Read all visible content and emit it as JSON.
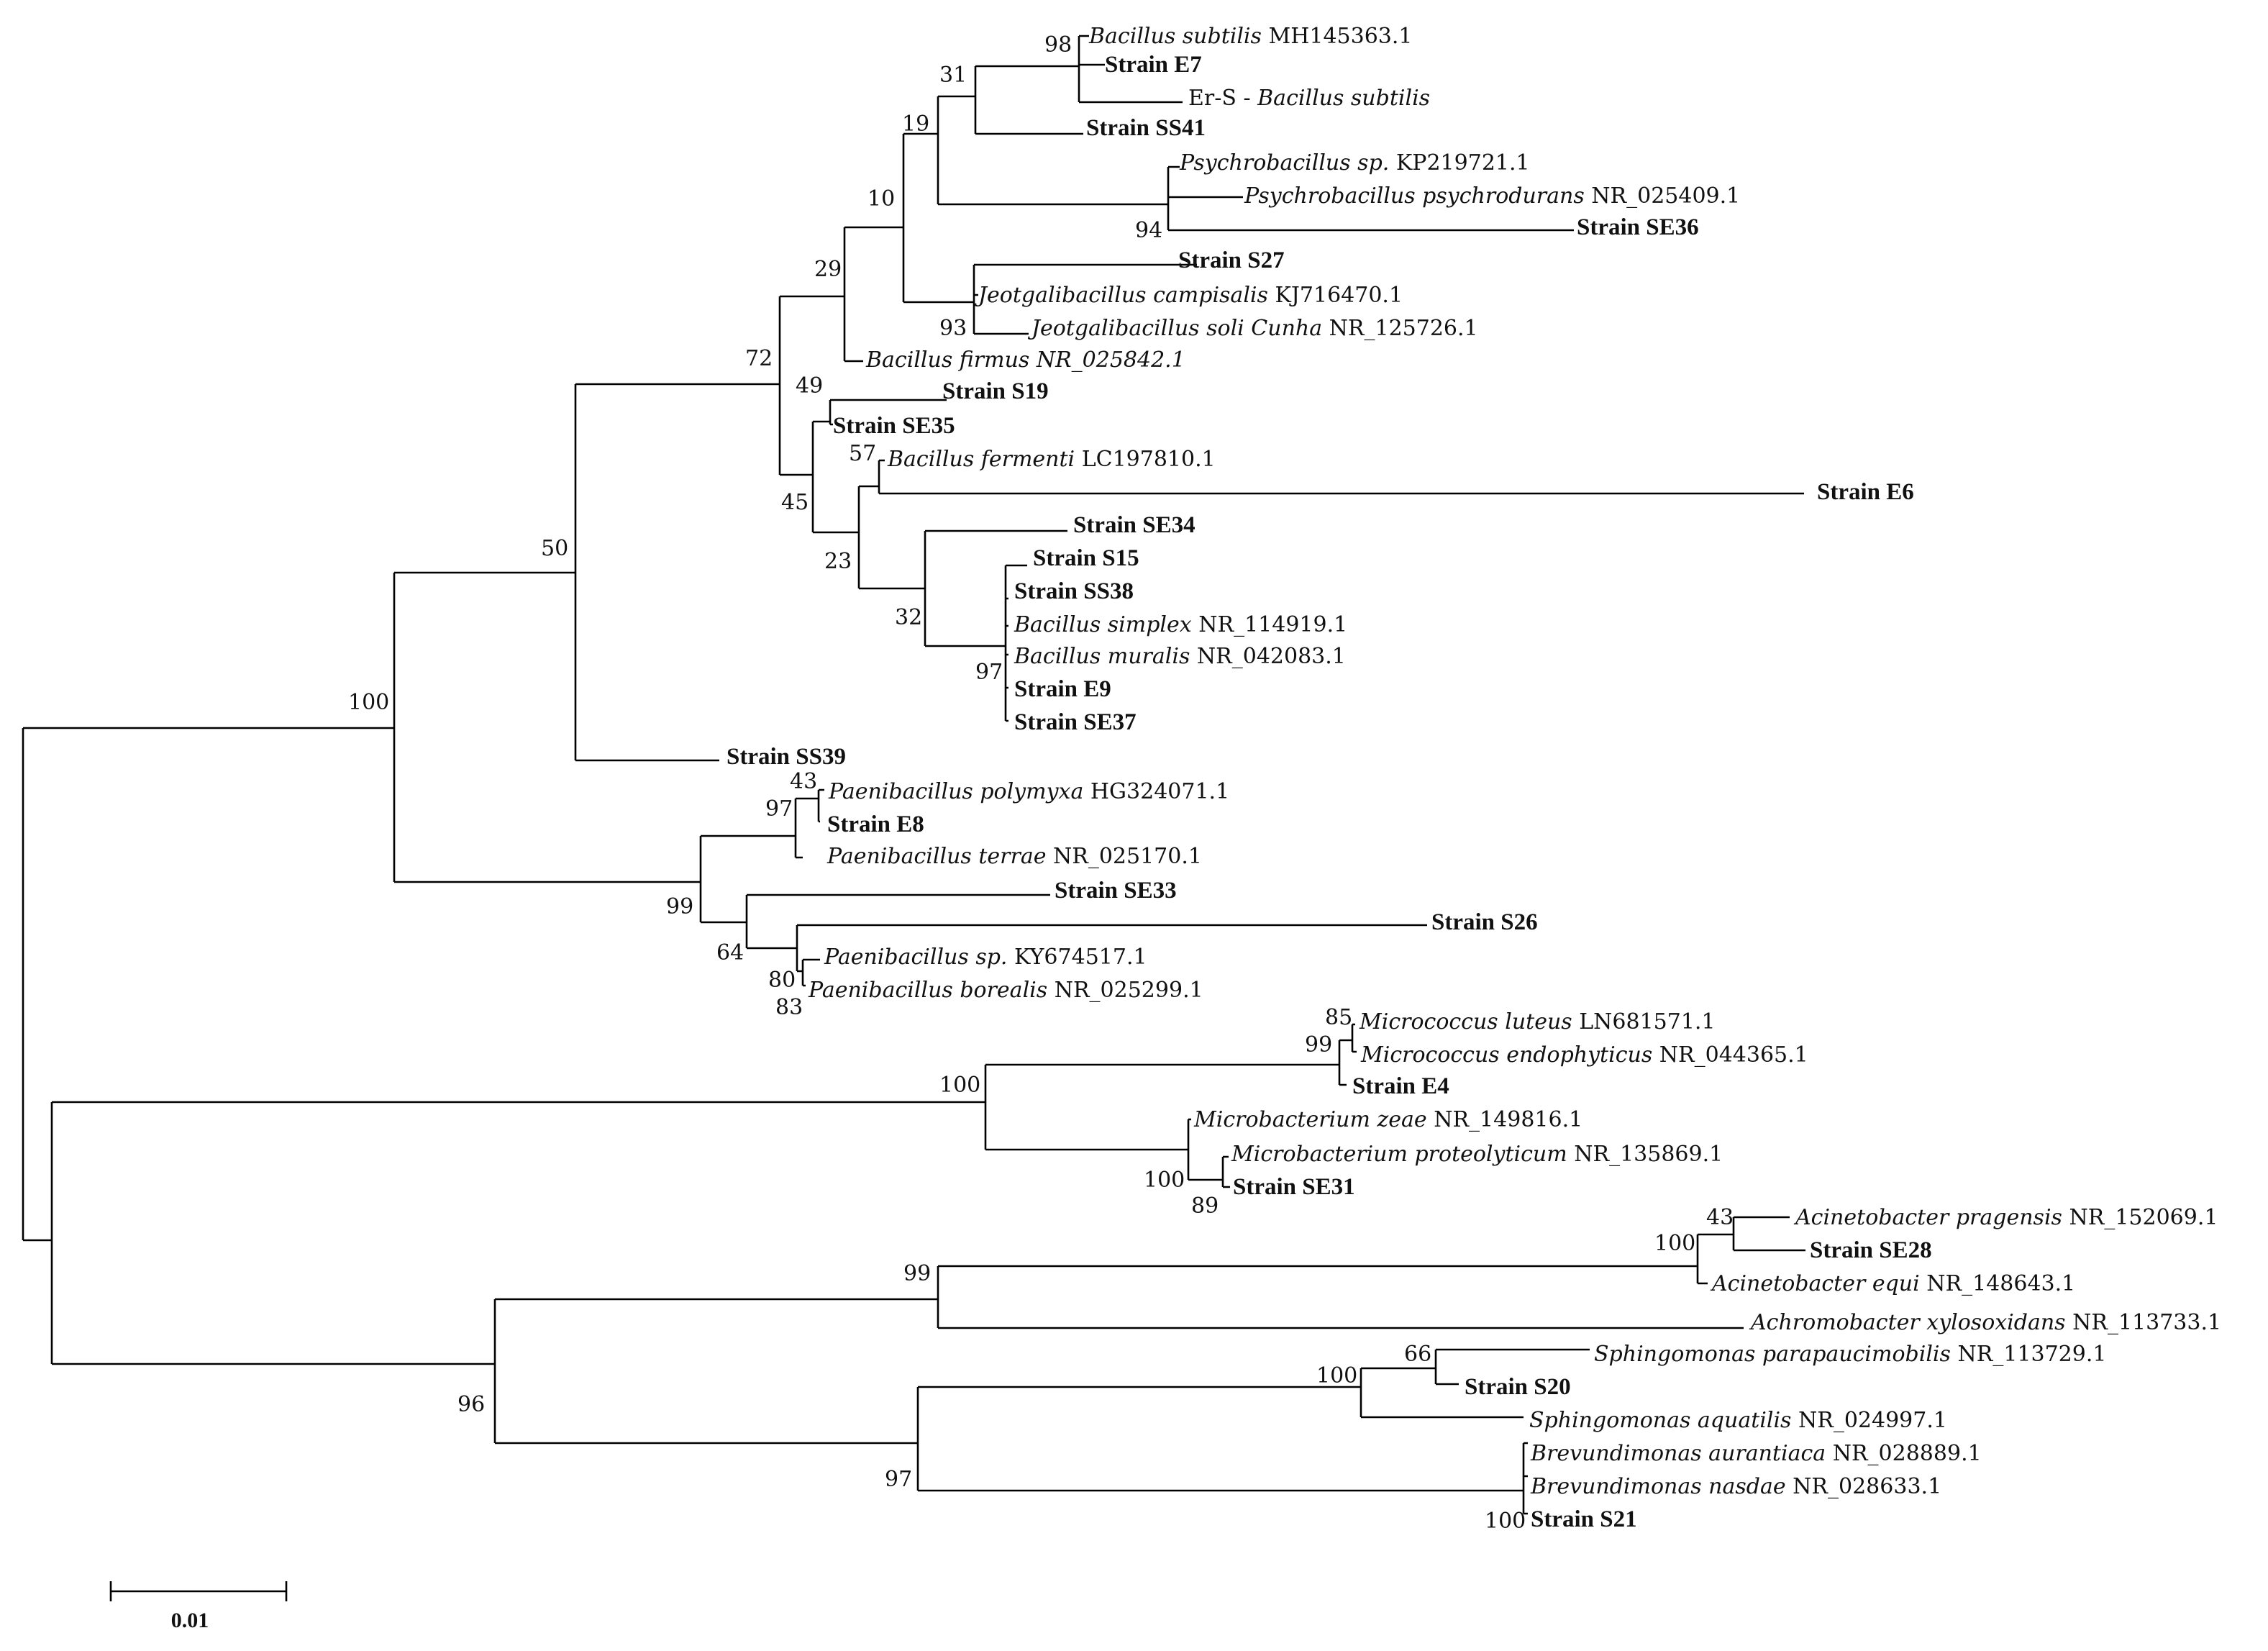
{
  "taxa": {
    "t1": {
      "name": "Bacillus subtilis",
      "acc": "MH145363.1"
    },
    "t2": {
      "name": "Strain E7"
    },
    "t3": {
      "prefix": "Er-S - ",
      "name": "Bacillus subtilis"
    },
    "t4": {
      "name": "Strain SS41"
    },
    "t5": {
      "name": "Psychrobacillus sp.",
      "acc": "KP219721.1"
    },
    "t6": {
      "name": "Psychrobacillus psychrodurans",
      "acc": "NR_025409.1"
    },
    "t7": {
      "name": "Strain SE36"
    },
    "t8": {
      "name": "Strain S27"
    },
    "t9": {
      "name": "Jeotgalibacillus campisalis",
      "acc": "KJ716470.1"
    },
    "t10": {
      "name": "Jeotgalibacillus soli Cunha",
      "acc": "NR_125726.1"
    },
    "t11": {
      "name": "Bacillus firmus NR_025842.1"
    },
    "t12": {
      "name": "Strain S19"
    },
    "t13": {
      "name": "Strain SE35"
    },
    "t14": {
      "name": "Bacillus fermenti",
      "acc": "LC197810.1"
    },
    "t15": {
      "name": "Strain E6"
    },
    "t16": {
      "name": "Strain SE34"
    },
    "t17": {
      "name": "Strain S15"
    },
    "t18": {
      "name": "Strain SS38"
    },
    "t19": {
      "name": "Bacillus simplex",
      "acc": "NR_114919.1"
    },
    "t20": {
      "name": "Bacillus muralis",
      "acc": "NR_042083.1"
    },
    "t21": {
      "name": "Strain E9"
    },
    "t22": {
      "name": "Strain SE37"
    },
    "t23": {
      "name": "Strain SS39"
    },
    "t24": {
      "name": "Paenibacillus polymyxa",
      "acc": "HG324071.1"
    },
    "t25": {
      "name": "Strain E8"
    },
    "t26": {
      "name": "Paenibacillus terrae",
      "acc": "NR_025170.1"
    },
    "t27": {
      "name": "Strain SE33"
    },
    "t28": {
      "name": "Strain S26"
    },
    "t29": {
      "name": "Paenibacillus sp.",
      "acc": "KY674517.1"
    },
    "t30": {
      "name": "Paenibacillus borealis",
      "acc": "NR_025299.1"
    },
    "t31": {
      "name": "Micrococcus luteus",
      "acc": "LN681571.1"
    },
    "t32": {
      "name": "Micrococcus endophyticus",
      "acc": "NR_044365.1"
    },
    "t33": {
      "name": "Strain E4"
    },
    "t34": {
      "name": "Microbacterium zeae",
      "acc": "NR_149816.1"
    },
    "t35": {
      "name": "Microbacterium proteolyticum",
      "acc": "NR_135869.1"
    },
    "t36": {
      "name": "Strain SE31"
    },
    "t37": {
      "name": "Acinetobacter pragensis",
      "acc": "NR_152069.1"
    },
    "t38": {
      "name": "Strain SE28"
    },
    "t39": {
      "name": "Acinetobacter equi",
      "acc": "NR_148643.1"
    },
    "t40": {
      "name": "Achromobacter xylosoxidans",
      "acc": "NR_113733.1"
    },
    "t41": {
      "name": "Sphingomonas parapaucimobilis",
      "acc": "NR_113729.1"
    },
    "t42": {
      "name": "Strain S20"
    },
    "t43": {
      "name": "Sphingomonas aquatilis",
      "acc": "NR_024997.1"
    },
    "t44": {
      "name": "Brevundimonas aurantiaca",
      "acc": "NR_028889.1"
    },
    "t45": {
      "name": "Brevundimonas nasdae",
      "acc": "NR_028633.1"
    },
    "t46": {
      "name": "Strain S21"
    }
  },
  "bootstrap": {
    "b98": "98",
    "b31": "31",
    "b19": "19",
    "b10": "10",
    "b94": "94",
    "b29": "29",
    "b93": "93",
    "b72": "72",
    "b49": "49",
    "b57": "57",
    "b45": "45",
    "b23": "23",
    "b32": "32",
    "b97a": "97",
    "b50": "50",
    "b100a": "100",
    "b43a": "43",
    "b97b": "97",
    "b99a": "99",
    "b64": "64",
    "b80": "80",
    "b83": "83",
    "b85": "85",
    "b99b": "99",
    "b100b": "100",
    "b100c": "100",
    "b89": "89",
    "b43b": "43",
    "b100d": "100",
    "b99c": "99",
    "b66": "66",
    "b100e": "100",
    "b96": "96",
    "b97c": "97",
    "b100f": "100"
  },
  "scale_bar": {
    "label": "0.01"
  }
}
